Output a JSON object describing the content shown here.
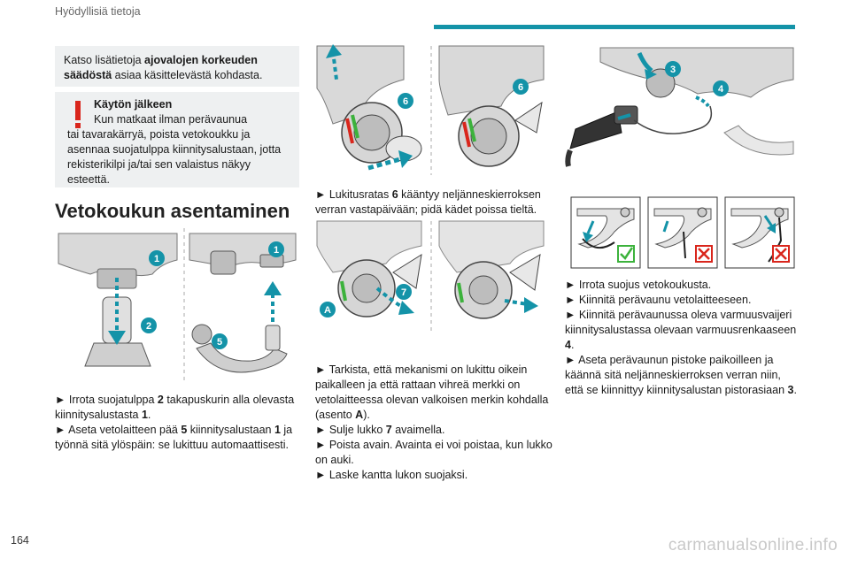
{
  "header": {
    "section": "Hyödyllisiä tietoja",
    "accent": "#1493a8"
  },
  "page_number": "164",
  "watermark": "carmanualsonline.info",
  "note": {
    "pre": "Katso lisätietoja ",
    "bold": "ajovalojen korkeuden säädöstä",
    "post": " asiaa käsittelevästä kohdasta."
  },
  "warning": {
    "title": "Käytön jälkeen",
    "line1": "Kun matkaat ilman perävaunua",
    "rest": "tai tavarakärryä, poista vetokoukku ja asennaa suojatulppa kiinnitysalustaan, jotta rekisterikilpi ja/tai sen valaistus näkyy esteettä."
  },
  "section_title": "Vetokoukun asentaminen",
  "badges": {
    "b1": "1",
    "b2": "2",
    "b3": "3",
    "b4": "4",
    "b5": "5",
    "b6": "6",
    "b7": "7",
    "bA": "A"
  },
  "col1_steps": [
    {
      "a": "► Irrota suojatulppa ",
      "b": "2",
      "c": " takapuskurin alla olevasta kiinnitysalustasta ",
      "d": "1",
      "e": "."
    },
    {
      "a": "► Aseta vetolaitteen pää ",
      "b": "5",
      "c": " kiinnitysalustaan ",
      "d": "1",
      "e": " ja työnnä sitä ylöspäin: se lukittuu automaattisesti."
    }
  ],
  "col2_step1": {
    "a": "► Lukitusratas ",
    "b": "6",
    "c": " kääntyy neljänneskierroksen verran vastapäivään; pidä kädet poissa tieltä."
  },
  "col2_steps": {
    "s1a": "► Tarkista, että mekanismi on lukittu oikein paikalleen ja että rattaan vihreä merkki on vetolaitteessa olevan valkoisen merkin kohdalla (asento ",
    "s1b": "A",
    "s1c": ").",
    "s2a": "► Sulje lukko ",
    "s2b": "7",
    "s2c": " avaimella.",
    "s3": "► Poista avain. Avainta ei voi poistaa, kun lukko on auki.",
    "s4": "► Laske kantta lukon suojaksi."
  },
  "col3_steps": {
    "s1": "► Irrota suojus vetokoukusta.",
    "s2": "► Kiinnitä perävaunu vetolaitteeseen.",
    "s3a": "► Kiinnitä perävaunussa oleva varmuusvaijeri kiinnitysalustassa olevaan varmuusrenkaaseen ",
    "s3b": "4",
    "s3c": ".",
    "s4a": "► Aseta perävaunun pistoke paikoilleen ja käännä sitä neljänneskierroksen verran niin, että se kiinnittyy kiinnitysalustan pistorasiaan ",
    "s4b": "3",
    "s4c": "."
  },
  "colors": {
    "badge": "#1493a8",
    "arrow": "#1493a8",
    "green": "#3cb23c",
    "red": "#d9261c"
  }
}
